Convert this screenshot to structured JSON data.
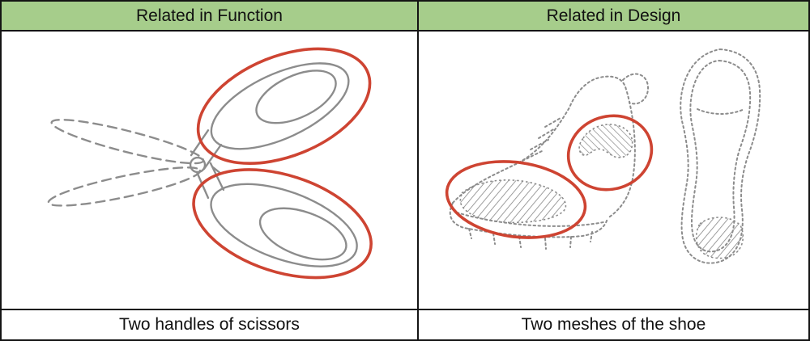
{
  "table": {
    "columns": [
      {
        "header": "Related in Function",
        "caption": "Two handles of scissors",
        "illustration": "scissors-sketch-with-two-red-ellipses-around-handles"
      },
      {
        "header": "Related in Design",
        "caption": "Two meshes of the shoe",
        "illustration": "shoe-sketches-with-two-red-ellipses-around-mesh-areas"
      }
    ]
  },
  "icons": {
    "scissors_illustration": "scissors-sketch-icon",
    "shoe_illustration": "shoe-sketch-icon",
    "annotation_shape": "red-ellipse-annotation"
  },
  "colors": {
    "header_bg": "#a6cd8b",
    "annotation_red": "#ce4432",
    "sketch_gray": "#8c8c8c",
    "border_color": "#141414",
    "text_color": "#111111"
  }
}
